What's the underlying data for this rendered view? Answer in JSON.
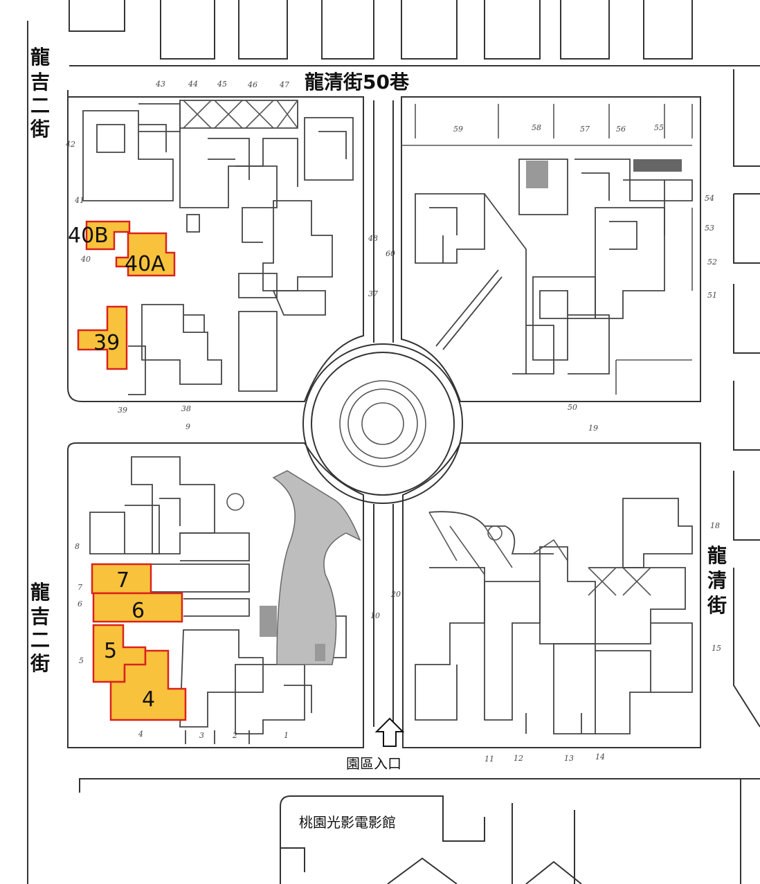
{
  "streets": {
    "north": "龍清街50巷",
    "west_top": "龍吉二街",
    "west_bottom": "龍吉二街",
    "east": "龍清街"
  },
  "landmarks": {
    "entrance": "園區入口",
    "cinema": "桃園光影電影館"
  },
  "highlighted_units": [
    "40B",
    "40A",
    "39",
    "7",
    "6",
    "5",
    "4"
  ],
  "highlight_colors": {
    "fill": "#f8c23c",
    "stroke": "#d9221c"
  },
  "lot_numbers": [
    "43",
    "44",
    "45",
    "46",
    "47",
    "59",
    "58",
    "57",
    "56",
    "55",
    "42",
    "41",
    "40",
    "54",
    "53",
    "52",
    "51",
    "48",
    "60",
    "37",
    "39",
    "38",
    "9",
    "50",
    "19",
    "8",
    "7",
    "6",
    "5",
    "4",
    "3",
    "2",
    "1",
    "10",
    "20",
    "18",
    "15",
    "11",
    "12",
    "13",
    "14"
  ]
}
